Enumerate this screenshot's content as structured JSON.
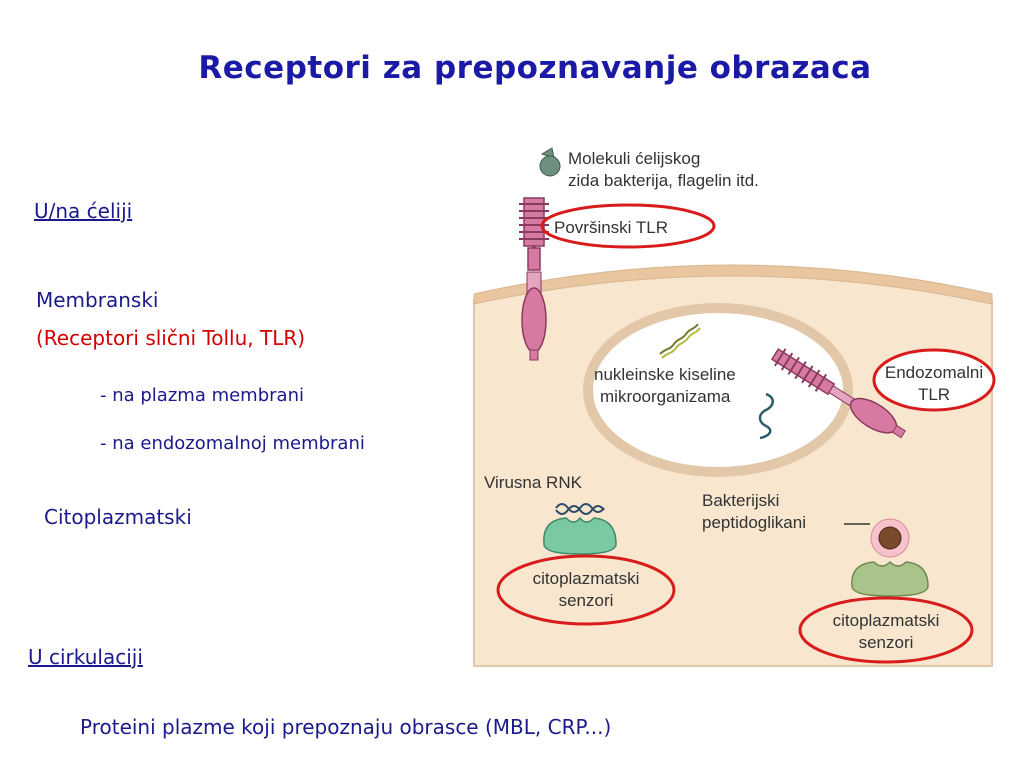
{
  "slide": {
    "title": "Receptori za prepoznavanje obrazaca",
    "left": {
      "heading_cell": "U/na ćeliji",
      "membranski": "Membranski",
      "tlr_paren": "(Receptori slični Tollu, TLR)",
      "bullet_plasma": "- na plazma membrani",
      "bullet_endo": "- na endozomalnoj membrani",
      "citoplazmatski": "Citoplazmatski",
      "heading_circ": "U cirkulaciji",
      "proteini": "Proteini plazme koji prepoznaju obrasce (MBL, CRP...)"
    }
  },
  "diagram": {
    "labels": {
      "molekuli_line1": "Molekuli ćelijskog",
      "molekuli_line2": "zida bakterija, flagelin itd.",
      "povrsinski": "Površinski TLR",
      "nukleinske_line1": "nukleinske kiseline",
      "nukleinske_line2": "mikroorganizama",
      "endozomalni_line1": "Endozomalni",
      "endozomalni_line2": "TLR",
      "virusna": "Virusna RNK",
      "bakterijski_line1": "Bakterijski",
      "bakterijski_line2": "peptidoglikani",
      "cito1_line1": "citoplazmatski",
      "cito1_line2": "senzori",
      "cito2_line1": "citoplazmatski",
      "cito2_line2": "senzori"
    },
    "colors": {
      "cytoplasm": "#f8e6cf",
      "membrane": "#e9c6a0",
      "receptor": "#d77aa3",
      "sensor": "#79c9a3",
      "sensor2": "#a9c48a",
      "highlight": "#d81c1c"
    }
  }
}
